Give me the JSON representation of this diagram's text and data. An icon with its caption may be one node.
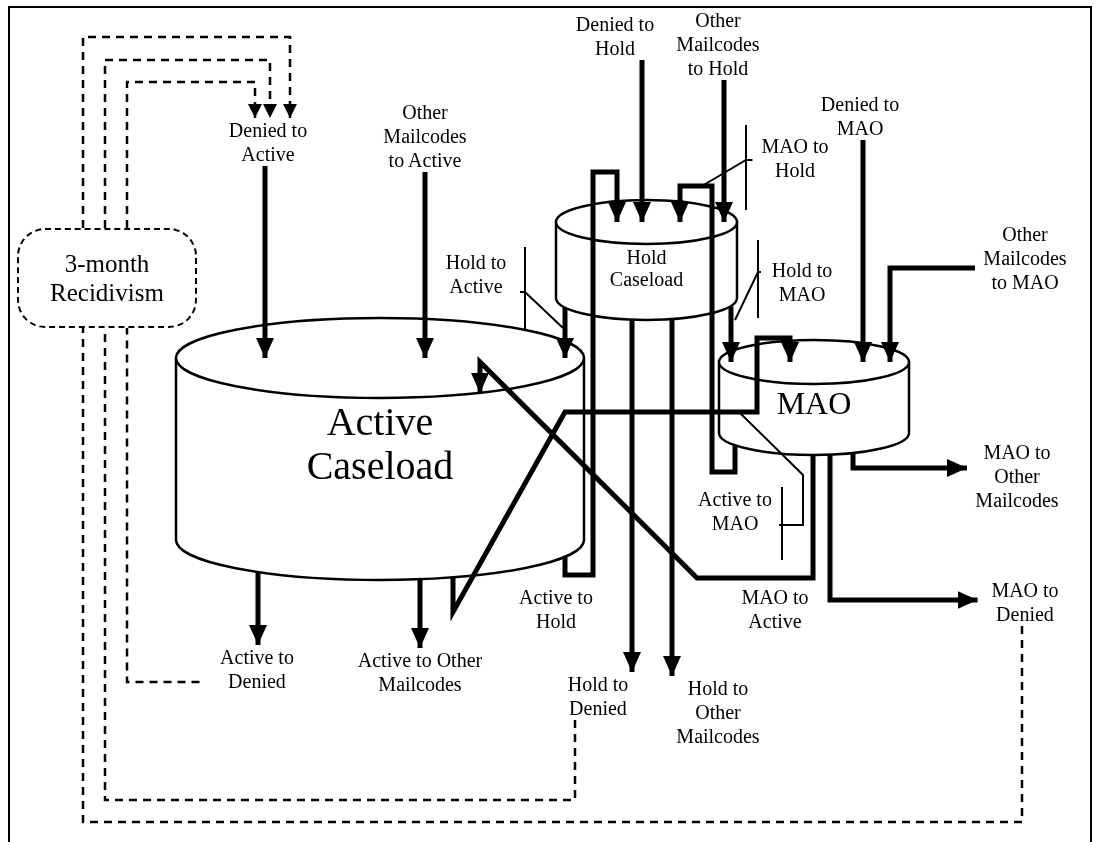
{
  "diagram": {
    "nodes": [
      {
        "text": [
          "3-month Recidivism"
        ]
      },
      {
        "text": [
          "Active Caseload"
        ]
      },
      {
        "text": [
          "Hold Caseload"
        ]
      },
      {
        "text": [
          "MAO"
        ]
      },
      {
        "text": [
          "Denied to Active"
        ]
      },
      {
        "text": [
          "Other Mailcodes to Active"
        ]
      },
      {
        "text": [
          "Denied to Hold"
        ]
      },
      {
        "text": [
          "Other Mailcodes to Hold"
        ]
      },
      {
        "text": [
          "MAO to Hold"
        ]
      },
      {
        "text": [
          "Denied to MAO"
        ]
      },
      {
        "text": [
          "Hold to Active"
        ]
      },
      {
        "text": [
          "Hold to MAO"
        ]
      },
      {
        "text": [
          "Other Mailcodes to MAO"
        ]
      },
      {
        "text": [
          "MAO to Other Mailcodes"
        ]
      },
      {
        "text": [
          "Active to MAO"
        ]
      },
      {
        "text": [
          "MAO to Denied"
        ]
      },
      {
        "text": [
          "Active to Denied"
        ]
      },
      {
        "text": [
          "Active to Other Mailcodes"
        ]
      },
      {
        "text": [
          "Hold to Denied"
        ]
      },
      {
        "text": [
          "Hold to Other Mailcodes"
        ]
      }
    ],
    "edges": [
      {
        "from": 4,
        "to": 1,
        "arrow": "to"
      },
      {
        "from": 5,
        "to": 1,
        "arrow": "to"
      },
      {
        "from": 6,
        "to": 2,
        "arrow": "to"
      },
      {
        "from": 7,
        "to": 2,
        "arrow": "to"
      },
      {
        "from": 9,
        "to": 3,
        "arrow": "to"
      },
      {
        "from": 12,
        "to": 3,
        "arrow": "to"
      },
      {
        "from": 1,
        "to": 16,
        "arrow": "to"
      },
      {
        "from": 1,
        "to": 17,
        "arrow": "to"
      },
      {
        "from": 2,
        "to": 18,
        "arrow": "to"
      },
      {
        "from": 2,
        "to": 19,
        "arrow": "to"
      },
      {
        "from": 3,
        "to": 13,
        "arrow": "to"
      },
      {
        "from": 3,
        "to": 15,
        "arrow": "to"
      },
      {
        "from": 2,
        "to": 1,
        "arrow": "to"
      },
      {
        "from": 2,
        "to": 3,
        "arrow": "to"
      },
      {
        "from": 1,
        "to": 2,
        "arrow": "to"
      },
      {
        "from": 3,
        "to": 2,
        "arrow": "to"
      },
      {
        "from": 1,
        "to": 3,
        "arrow": "to"
      },
      {
        "from": 3,
        "to": 1,
        "arrow": "to"
      },
      {
        "from": 10,
        "to": 1,
        "arrow": "none"
      },
      {
        "from": 8,
        "to": null,
        "arrow": "none"
      },
      {
        "from": 11,
        "to": null,
        "arrow": "none"
      },
      {
        "from": 14,
        "to": 3,
        "arrow": "none"
      },
      {
        "from": 16,
        "to": 0,
        "arrow": "none",
        "style": "dashed"
      },
      {
        "from": 18,
        "to": 0,
        "arrow": "none",
        "style": "dashed"
      },
      {
        "from": 15,
        "to": 0,
        "arrow": "none",
        "style": "dashed"
      },
      {
        "from": 0,
        "to": 4,
        "arrow": "to",
        "style": "dashed"
      },
      {
        "from": 0,
        "to": 4,
        "arrow": "to",
        "style": "dashed"
      },
      {
        "from": 0,
        "to": 4,
        "arrow": "to",
        "style": "dashed"
      }
    ],
    "labels": [
      "Active to Hold",
      "MAO to Active"
    ]
  }
}
